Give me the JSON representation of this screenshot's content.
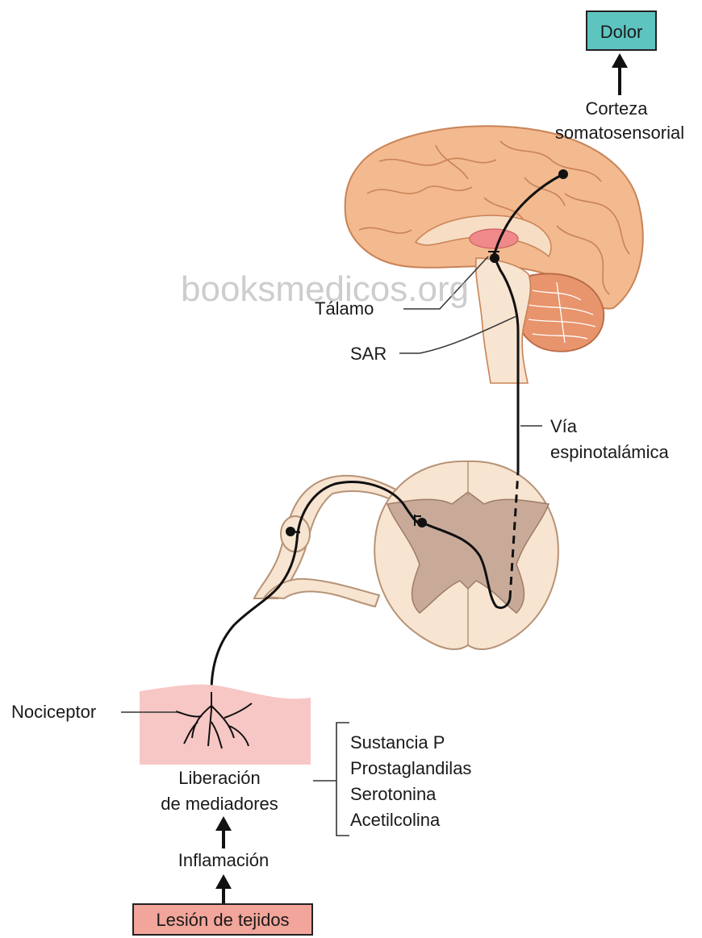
{
  "boxes": {
    "top": "Dolor",
    "bottom": "Lesión de tejidos"
  },
  "labels": {
    "cortex_line1": "Corteza",
    "cortex_line2": "somatosensorial",
    "thalamus": "Tálamo",
    "sar": "SAR",
    "pathway_line1": "Vía",
    "pathway_line2": "espinotalámica",
    "nociceptor": "Nociceptor",
    "mediators_line1": "Liberación",
    "mediators_line2": "de mediadores",
    "inflammation": "Inflamación"
  },
  "mediators": [
    "Sustancia P",
    "Prostaglandilas",
    "Serotonina",
    "Acetilcolina"
  ],
  "watermark": "booksmedicos.org",
  "colors": {
    "dolor_box": "#5ec4c0",
    "lesion_box": "#f2a59a",
    "brain": "#f3b98f",
    "brain_line": "#c98356",
    "cerebellum": "#e8946c",
    "thalamus": "#f08a8a",
    "spinal_cord": "#f7e4d1",
    "gray_matter": "#c9aa99",
    "skin": "#f7c7c5"
  }
}
